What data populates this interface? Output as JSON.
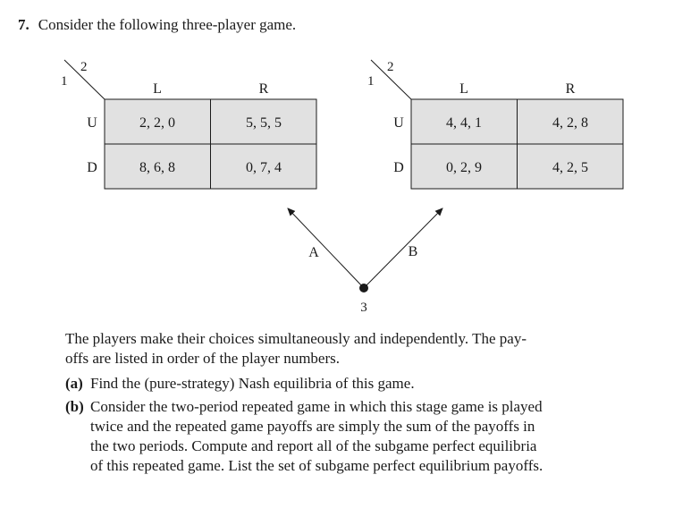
{
  "question": {
    "number": "7.",
    "intro": "Consider the following three-player game."
  },
  "game_left": {
    "corner_player1": "1",
    "corner_player2": "2",
    "col_labels": [
      "L",
      "R"
    ],
    "row_labels": [
      "U",
      "D"
    ],
    "cells": [
      [
        "2, 2, 0",
        "5, 5, 5"
      ],
      [
        "8, 6, 8",
        "0, 7, 4"
      ]
    ]
  },
  "game_right": {
    "corner_player1": "1",
    "corner_player2": "2",
    "col_labels": [
      "L",
      "R"
    ],
    "row_labels": [
      "U",
      "D"
    ],
    "cells": [
      [
        "4, 4, 1",
        "4, 2, 8"
      ],
      [
        "0, 2, 9",
        "4, 2, 5"
      ]
    ]
  },
  "tree": {
    "left_branch": "A",
    "right_branch": "B",
    "node_label": "3"
  },
  "paragraph_line1": "The players make their choices simultaneously and independently. The pay-",
  "paragraph_line2": "offs are listed in order of the player numbers.",
  "parts": [
    {
      "label": "(a)",
      "lines": [
        "Find the (pure-strategy) Nash equilibria of this game."
      ]
    },
    {
      "label": "(b)",
      "lines": [
        "Consider the two-period repeated game in which this stage game is played",
        "twice and the repeated game payoffs are simply the sum of the payoffs in",
        "the two periods. Compute and report all of the subgame perfect equilibria",
        "of this repeated game. List the set of subgame perfect equilibrium payoffs."
      ]
    }
  ]
}
